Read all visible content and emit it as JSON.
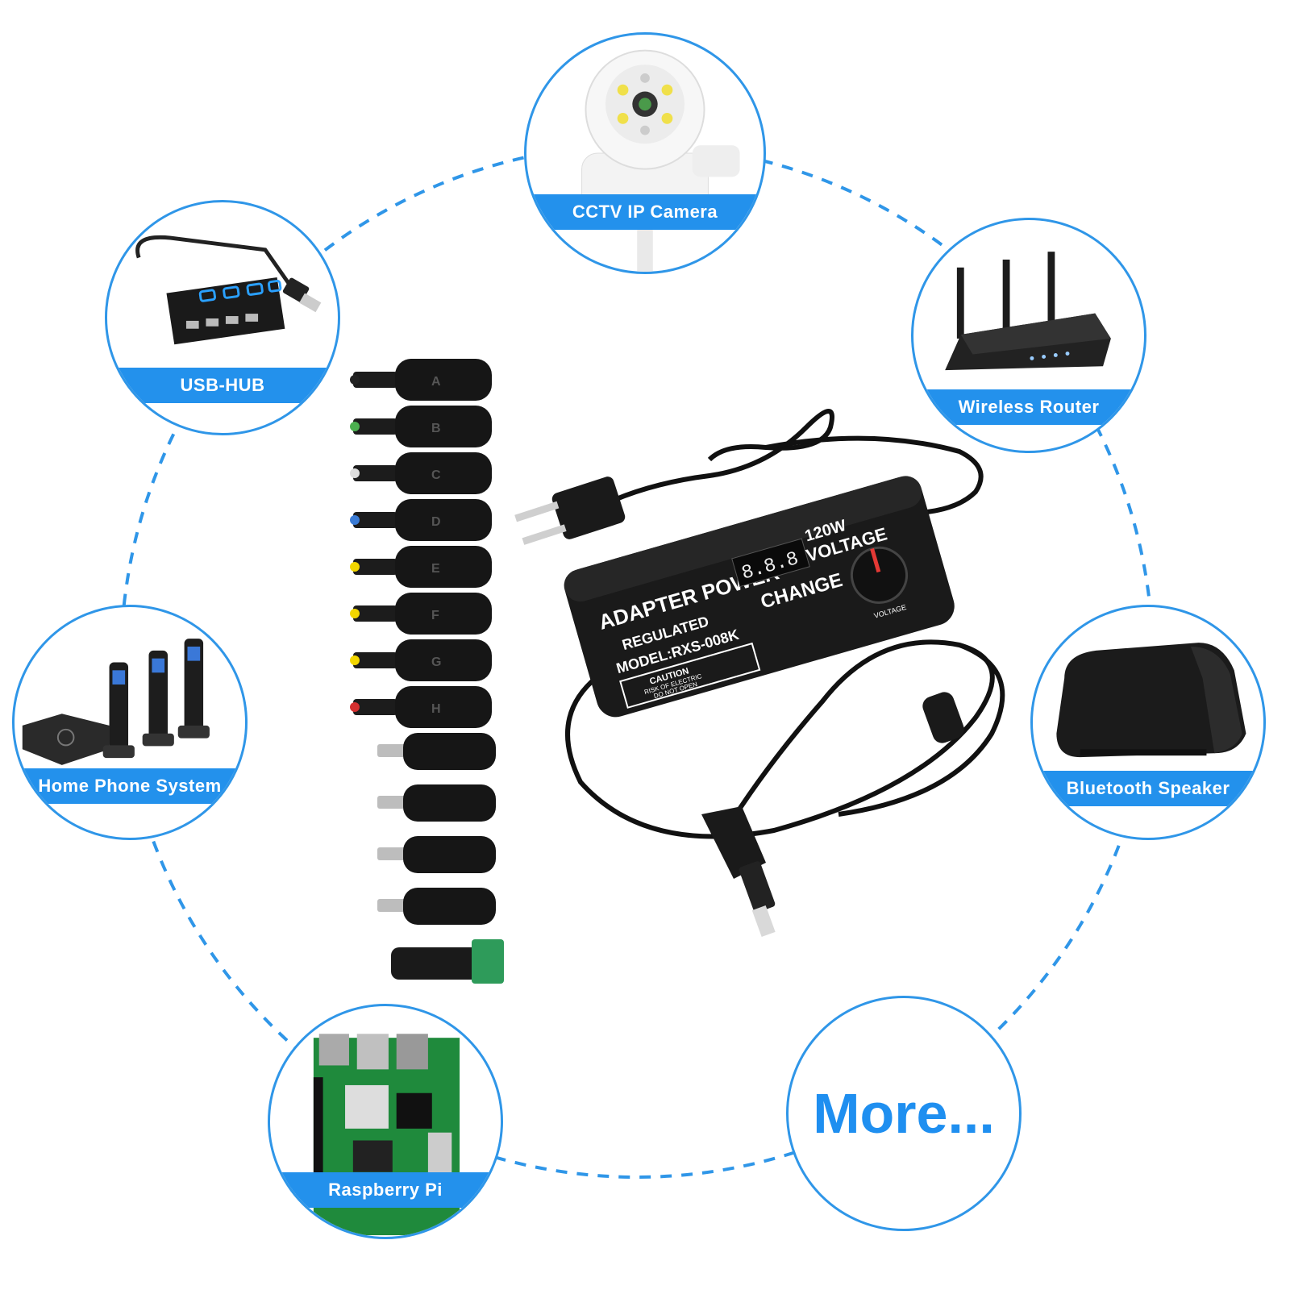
{
  "devices": [
    {
      "key": "cctv",
      "label": "CCTV IP Camera",
      "icon": "cctv-camera-icon"
    },
    {
      "key": "usb_hub",
      "label": "USB-HUB",
      "icon": "usb-hub-icon"
    },
    {
      "key": "router",
      "label": "Wireless Router",
      "icon": "wireless-router-icon"
    },
    {
      "key": "phone",
      "label": "Home Phone System",
      "icon": "home-phone-icon"
    },
    {
      "key": "speaker",
      "label": "Bluetooth Speaker",
      "icon": "bluetooth-speaker-icon"
    },
    {
      "key": "raspberry",
      "label": "Raspberry Pi",
      "icon": "raspberry-pi-icon"
    }
  ],
  "more_label": "More...",
  "adapter": {
    "title": "ADAPTER POWER",
    "regulated": "REGULATED",
    "model": "MODEL:RXS-008K",
    "power": "120W",
    "voltage_word": "VOLTAGE",
    "change_word": "CHANGE",
    "display": "8.8.8",
    "knob_label": "VOLTAGE",
    "caution_title": "CAUTION",
    "caution_line1": "RISK OF ELECTRIC",
    "caution_line2": "DO NOT OPEN"
  },
  "tips": [
    "A",
    "B",
    "C",
    "D",
    "E",
    "F",
    "G",
    "H"
  ],
  "tip_colors": [
    "#222222",
    "#4caf50",
    "#dddddd",
    "#3a7bd5",
    "#f2d600",
    "#f2d600",
    "#f2d600",
    "#d32f2f"
  ],
  "colors": {
    "accent": "#2391ec",
    "ring": "#2f96e8"
  }
}
